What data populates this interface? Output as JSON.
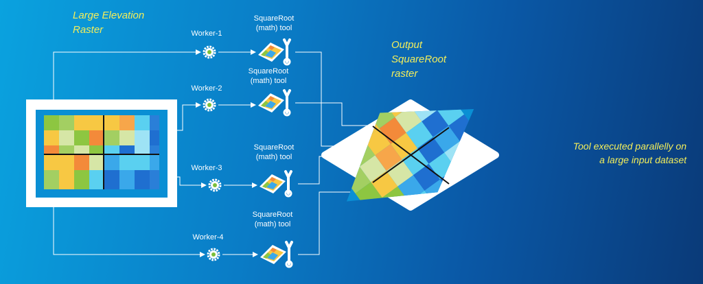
{
  "input_label": "Large Elevation Raster",
  "output_label": "Output SquareRoot raster",
  "tagline_line1": "Tool executed parallelly on",
  "tagline_line2": "a large input dataset",
  "workers": [
    {
      "name": "Worker-1",
      "tool_line1": "SquareRoot",
      "tool_line2": "(math) tool"
    },
    {
      "name": "Worker-2",
      "tool_line1": "SquareRoot",
      "tool_line2": "(math) tool"
    },
    {
      "name": "Worker-3",
      "tool_line1": "SquareRoot",
      "tool_line2": "(math) tool"
    },
    {
      "name": "Worker-4",
      "tool_line1": "SquareRoot",
      "tool_line2": "(math) tool"
    }
  ],
  "icons": {
    "worker": "gear-icon",
    "tool": "wrench-icon",
    "tool_toolbox": "raster-toolbox-icon"
  },
  "colors": {
    "background_start": "#0aa2df",
    "background_end": "#0a3a78",
    "label_yellow": "#f3ee5a",
    "connector": "#ffffff"
  }
}
